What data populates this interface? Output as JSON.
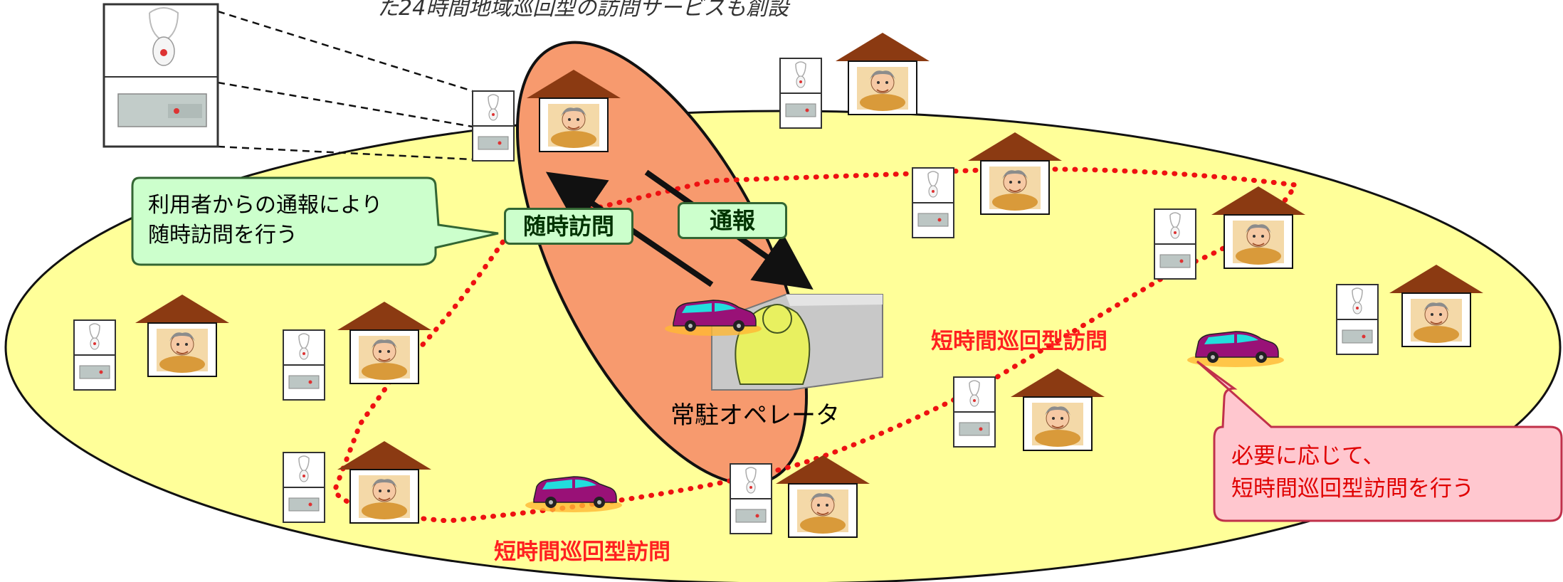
{
  "caption": "た24時間地域巡回型の訪問サービスも創設",
  "labels": {
    "zuiji_houmon": "随時訪問",
    "tsuhou": "通報",
    "jokyu_operator": "常駐オペレータ",
    "junkai_right": "短時間巡回型訪問",
    "junkai_bottom": "短時間巡回型訪問"
  },
  "callouts": {
    "green": {
      "line1": "利用者からの通報により",
      "line2": "随時訪問を行う"
    },
    "pink": {
      "line1": "必要に応じて、",
      "line2": "短時間巡回型訪問を行う"
    }
  },
  "colors": {
    "region_fill": "#ffff99",
    "operator_zone": "#f79a6e",
    "route_dots": "#ee1111",
    "roof": "#8b3a12",
    "car_body": "#991177",
    "green_box": "#ccffcc",
    "pink_box": "#ffc7cf",
    "operator_figure": "#e8f060"
  },
  "icons": {
    "device": "emergency-call-device-icon",
    "house": "house-with-elderly-resident-icon",
    "car": "visiting-car-icon",
    "operator": "operator-on-phone-icon"
  }
}
